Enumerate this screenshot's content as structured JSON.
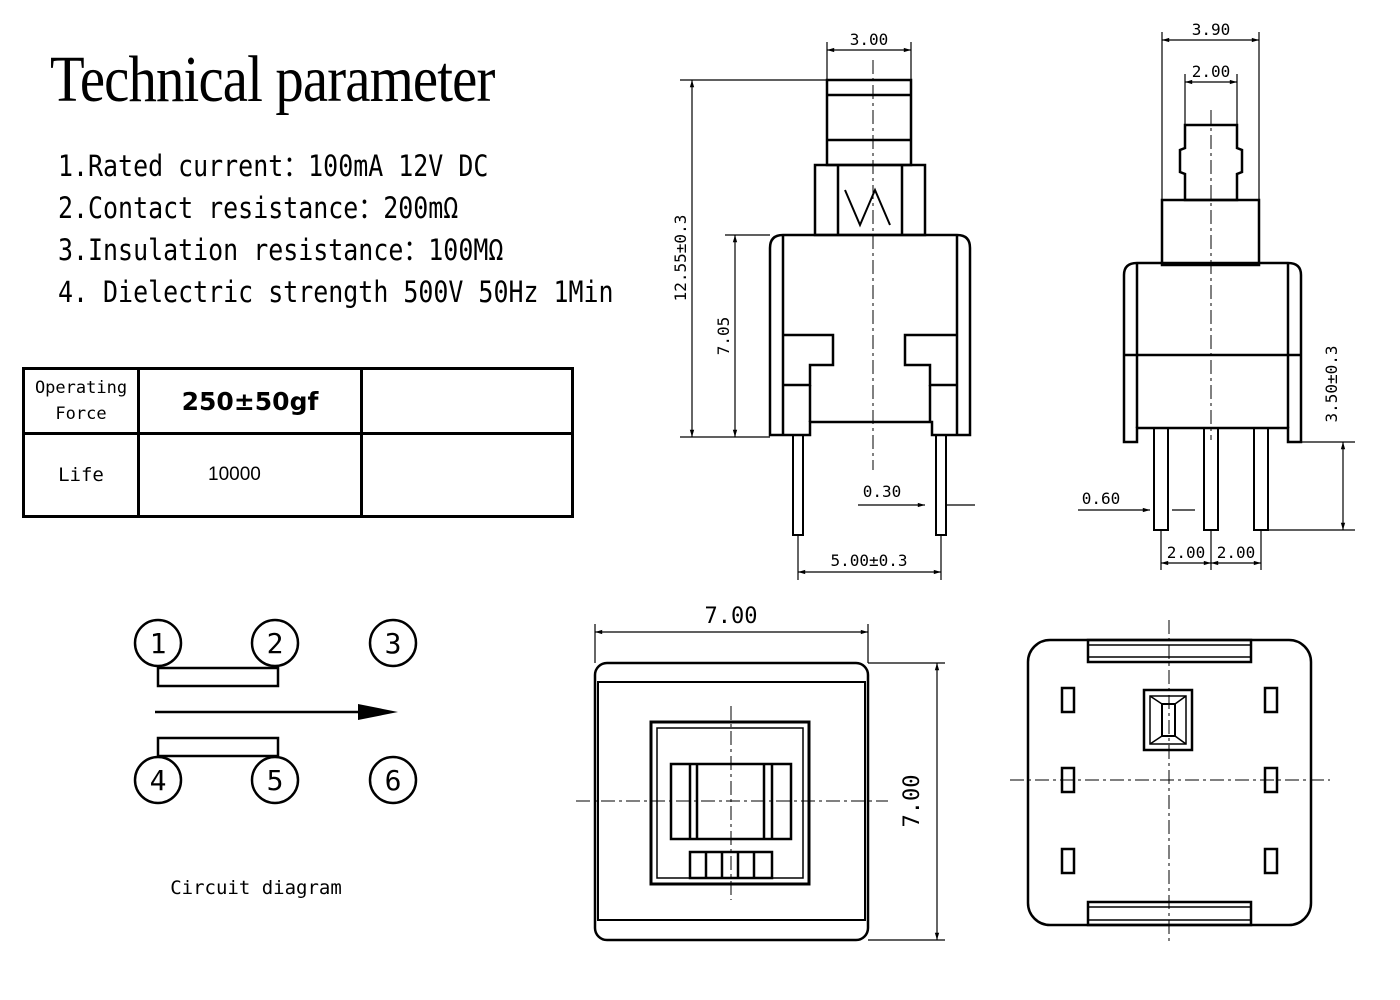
{
  "title": "Technical parameter",
  "parameters": [
    "1.Rated current：100mA 12V DC",
    "2.Contact resistance：200mΩ",
    "3.Insulation resistance：100MΩ",
    "4. Dielectric strength 500V 50Hz 1Min"
  ],
  "spec_table": {
    "operating_force_label_1": "Operating",
    "operating_force_label_2": "Force",
    "operating_force_value": "250±50gf",
    "life_label": "Life",
    "life_value": "10000"
  },
  "circuit": {
    "caption": "Circuit diagram",
    "pins": [
      "1",
      "2",
      "3",
      "4",
      "5",
      "6"
    ]
  },
  "dimensions": {
    "front_top_width": "3.00",
    "front_height": "12.55±0.3",
    "front_body_height": "7.05",
    "pin_width": "0.30",
    "pin_pitch": "5.00±0.3",
    "side_top_width": "3.90",
    "side_stem_width": "2.00",
    "side_pin_length": "3.50±0.3",
    "side_pin_width": "0.60",
    "side_pitch_left": "2.00",
    "side_pitch_right": "2.00",
    "top_width": "7.00",
    "top_height": "7.00"
  }
}
